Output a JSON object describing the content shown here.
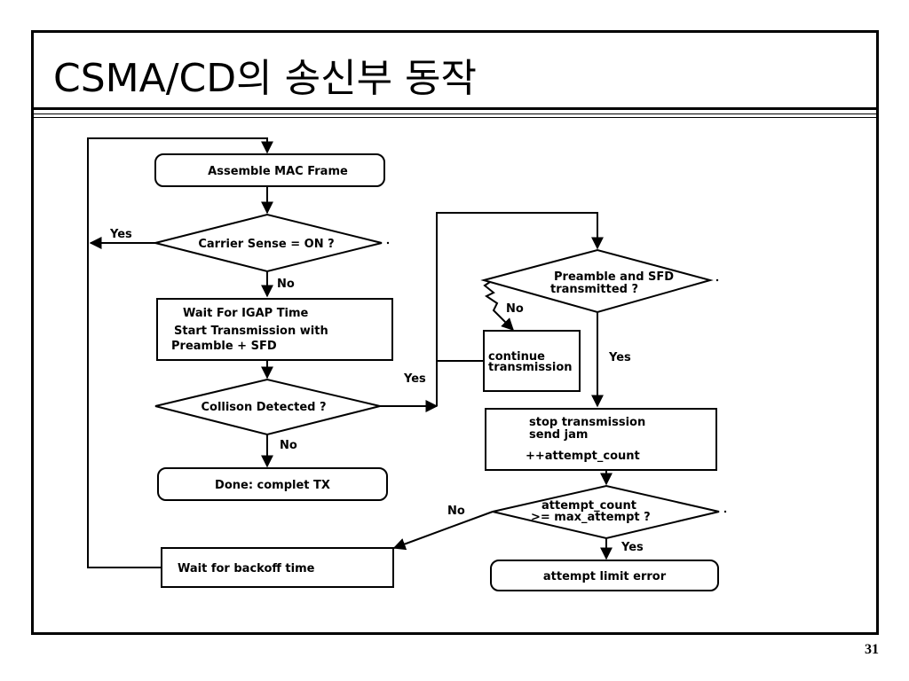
{
  "slide": {
    "title": "CSMA/CD의 송신부 동작",
    "page_number": "31"
  },
  "flowchart": {
    "nodes": {
      "assemble": "Assemble MAC Frame",
      "carrier_sense": "Carrier Sense = ON ?",
      "wait_igap_line1": "Wait For IGAP Time",
      "wait_igap_line2": "Start Transmission with",
      "wait_igap_line3": "Preamble + SFD",
      "collision": "Collison Detected ?",
      "done": "Done: complet TX",
      "backoff": "Wait for backoff time",
      "preamble_line1": "Preamble and SFD",
      "preamble_line2": "transmitted ?",
      "continue_line1": "continue",
      "continue_line2": "transmission",
      "stop_line1": "stop transmission",
      "stop_line2": "send jam",
      "stop_line3": "++attempt_count",
      "attempt_line1": "attempt_count",
      "attempt_line2": ">= max_attempt ?",
      "attempt_error": "attempt limit error"
    },
    "edge_labels": {
      "carrier_yes": "Yes",
      "carrier_no": "No",
      "collision_yes": "Yes",
      "collision_no": "No",
      "preamble_no": "No",
      "preamble_yes": "Yes",
      "attempt_no": "No",
      "attempt_yes": "Yes"
    }
  }
}
